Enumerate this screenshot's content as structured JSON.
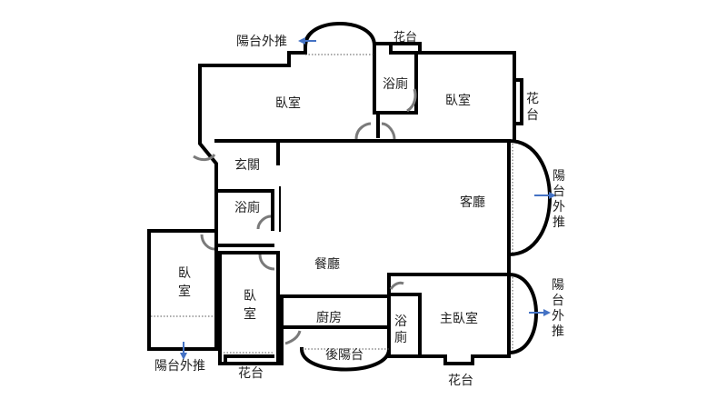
{
  "labels": {
    "bedroom_top": "臥室",
    "bath_top": "浴廁",
    "bedroom_top_right": "臥室",
    "planter_top": "花台",
    "planter_right": "花台",
    "balcony_top": "陽台外推",
    "foyer": "玄關",
    "bath_left": "浴廁",
    "living_room": "客廳",
    "balcony_right_1": "陽台外推",
    "dining_room": "餐廳",
    "bedroom_left": "臥室",
    "bedroom_mid": "臥室",
    "kitchen": "廚房",
    "bath_bottom": "浴廁",
    "master_bedroom": "主臥室",
    "balcony_right_2": "陽台外推",
    "back_balcony": "後陽台",
    "balcony_bottom_left": "陽台外推",
    "planter_bottom_left": "花台",
    "planter_bottom_right": "花台"
  },
  "colors": {
    "wall": "#000000",
    "door": "#7a7a7a",
    "arrow": "#4472c4",
    "text": "#222222"
  }
}
